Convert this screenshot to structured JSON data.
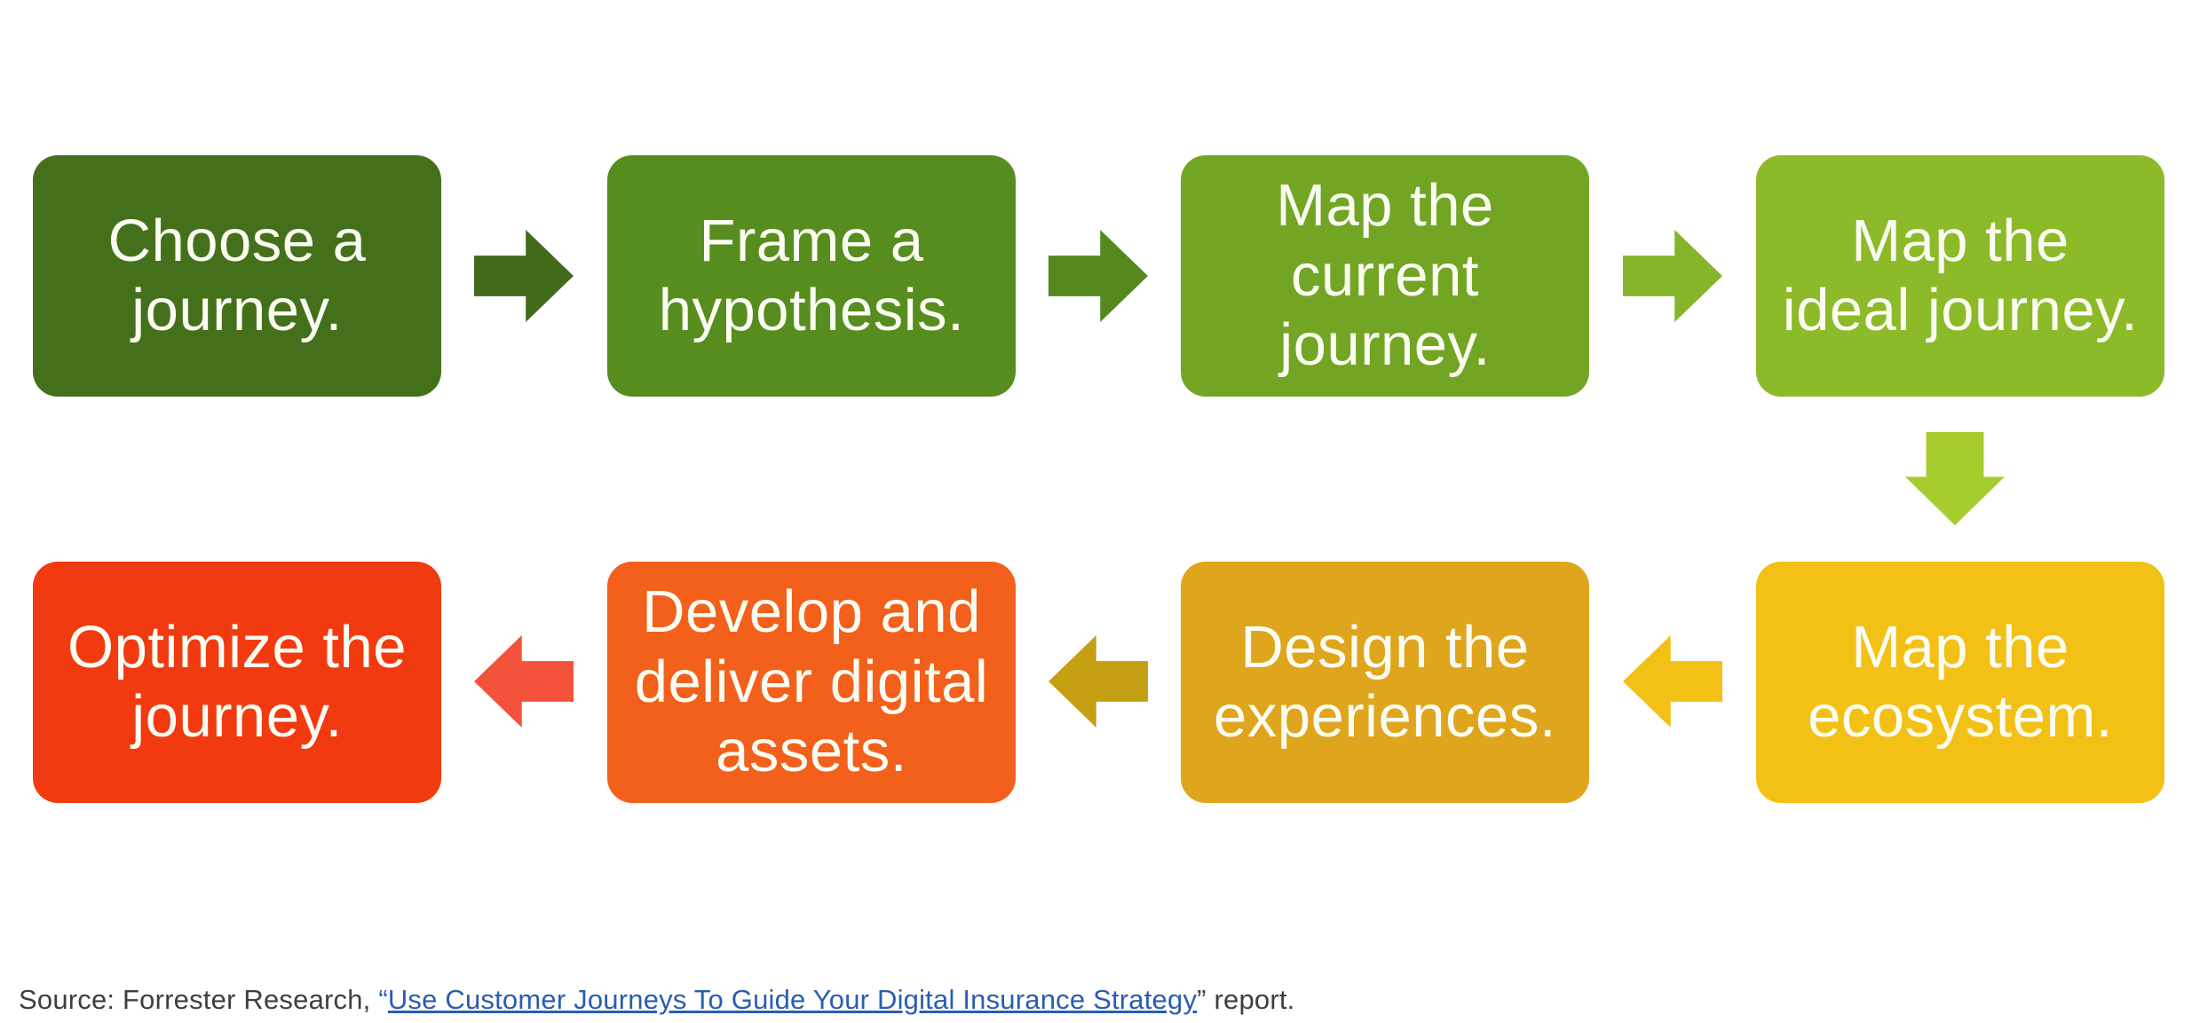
{
  "diagram": {
    "background_color": "#ffffff",
    "label_color": "#fbfdf2",
    "steps": [
      {
        "label": "Choose a\njourney.",
        "color": "#45701b"
      },
      {
        "label": "Frame a\nhypothesis.",
        "color": "#578d1e"
      },
      {
        "label": "Map the\ncurrent\njourney.",
        "color": "#73a524"
      },
      {
        "label": "Map the\nideal journey.",
        "color": "#8cba29"
      },
      {
        "label": "Map the\necosystem.",
        "color": "#f3c116"
      },
      {
        "label": "Design the\nexperiences.",
        "color": "#dfa51d"
      },
      {
        "label": "Develop and\ndeliver digital\nassets.",
        "color": "#f3601b"
      },
      {
        "label": "Optimize the\njourney.",
        "color": "#f23a10"
      }
    ],
    "arrows": [
      {
        "name": "step1-to-step2",
        "direction": "right",
        "color": "#416a1a"
      },
      {
        "name": "step2-to-step3",
        "direction": "right",
        "color": "#55891d"
      },
      {
        "name": "step3-to-step4",
        "direction": "right",
        "color": "#85b52a"
      },
      {
        "name": "step4-to-step5",
        "direction": "down",
        "color": "#a7cc2e"
      },
      {
        "name": "step5-to-step6",
        "direction": "left",
        "color": "#f3c116"
      },
      {
        "name": "step6-to-step7",
        "direction": "left",
        "color": "#c5a013"
      },
      {
        "name": "step7-to-step8",
        "direction": "left",
        "color": "#f4523a"
      }
    ]
  },
  "footer": {
    "prefix": "Source: Forrester Research, ",
    "quote_open": "“",
    "link_text": "Use Customer Journeys To Guide Your Digital Insurance Strategy",
    "suffix": "” report.",
    "text_color": "#3f3f3f",
    "link_color": "#2a5db0"
  }
}
